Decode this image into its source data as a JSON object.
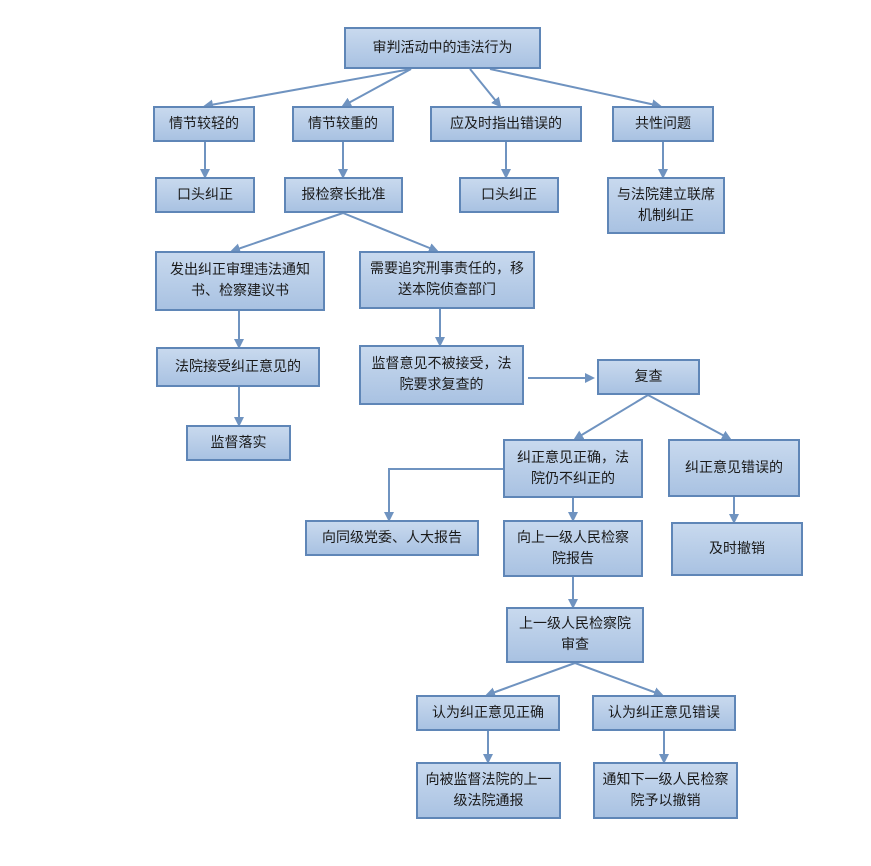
{
  "nodes": {
    "root": "审判活动中的违法行为",
    "minor": "情节较轻的",
    "serious": "情节较重的",
    "timely": "应及时指出错误的",
    "common": "共性问题",
    "oral1": "口头纠正",
    "report_chief": "报检察长批准",
    "oral2": "口头纠正",
    "joint": "与法院建立联席机制纠正",
    "notice": "发出纠正审理违法通知书、检察建议书",
    "criminal": "需要追究刑事责任的，移送本院侦查部门",
    "accepted": "法院接受纠正意见的",
    "not_accepted": "监督意见不被接受，法院要求复查的",
    "review": "复查",
    "implement": "监督落实",
    "correct_still": "纠正意见正确，法院仍不纠正的",
    "wrong": "纠正意见错误的",
    "party_npc": "向同级党委、人大报告",
    "report_upper": "向上一级人民检察院报告",
    "revoke": "及时撤销",
    "upper_review": "上一级人民检察院审查",
    "deem_correct": "认为纠正意见正确",
    "deem_wrong": "认为纠正意见错误",
    "notify_court": "向被监督法院的上一级法院通报",
    "notify_lower": "通知下一级人民检察院予以撤销"
  }
}
